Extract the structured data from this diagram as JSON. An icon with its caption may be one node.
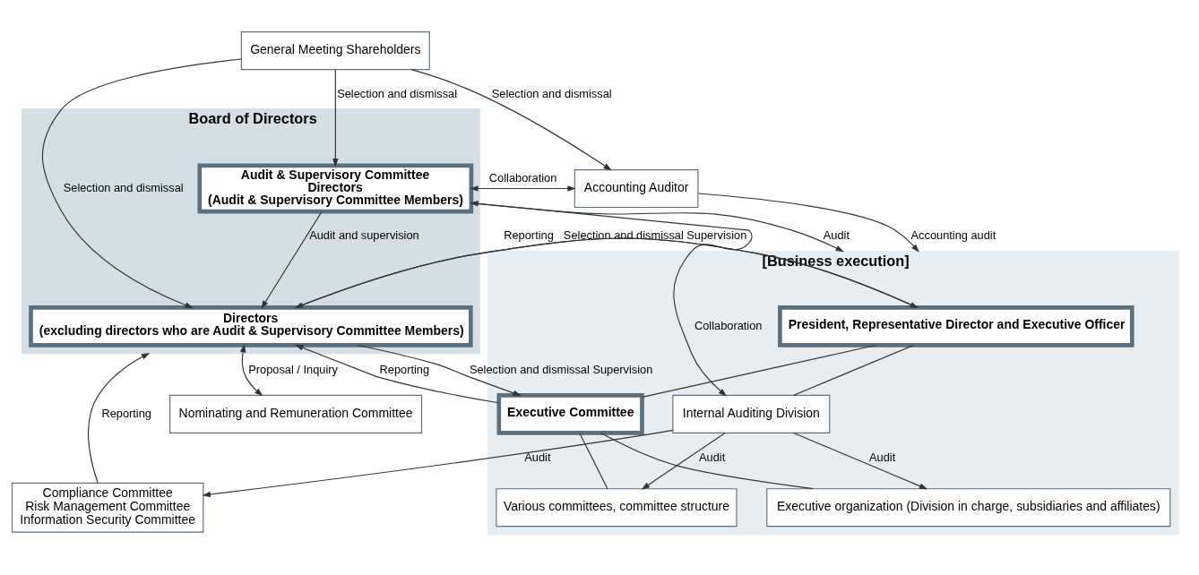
{
  "diagram": {
    "nodes": [
      {
        "text": [
          "General Meeting Shareholders"
        ]
      },
      {
        "text": [
          "Board of Directors"
        ]
      },
      {
        "text": [
          "Directors",
          "(excluding directors who are Audit & Supervisory Committee Members)"
        ],
        "in": 1
      },
      {
        "text": [
          "Audit & Supervisory Committee",
          "Directors",
          "(Audit & Supervisory Committee Members)"
        ],
        "in": 1
      },
      {
        "text": [
          "Accounting Auditor"
        ]
      },
      {
        "text": [
          "Nominating and Remuneration Committee"
        ]
      },
      {
        "text": [
          "Compliance Committee",
          "Risk Management Committee",
          "Information Security Committee"
        ]
      },
      {
        "text": [
          "[Business execution]"
        ]
      },
      {
        "text": [
          "President, Representative Director and Executive Officer"
        ],
        "in": 7
      },
      {
        "text": [
          "Internal Auditing Division"
        ],
        "in": 7
      },
      {
        "text": [
          "Executive Committee"
        ],
        "in": 7
      },
      {
        "text": [
          "Various committees, committee structure"
        ],
        "in": 7
      },
      {
        "text": [
          "Executive organization (Division in charge, subsidiaries and affiliates)"
        ],
        "in": 7
      }
    ],
    "edges": [
      {
        "from": 0,
        "to": 2,
        "arrow": "to",
        "label": "Selection and dismissal"
      },
      {
        "from": 0,
        "to": 3,
        "arrow": "to",
        "label": "Selection and dismissal"
      },
      {
        "from": 0,
        "to": 4,
        "arrow": "to",
        "label": "Selection and dismissal"
      },
      {
        "from": 3,
        "to": 2,
        "arrow": "to",
        "label": "Audit and supervision"
      },
      {
        "from": 3,
        "to": 4,
        "arrow": "both",
        "label": "Collaboration"
      },
      {
        "from": 10,
        "to": 2,
        "arrow": "to",
        "label": "Reporting"
      },
      {
        "from": 2,
        "to": 10,
        "arrow": "to",
        "label": "Selection and dismissal Supervision"
      },
      {
        "from": 8,
        "to": 2,
        "arrow": "to",
        "label": "Reporting"
      },
      {
        "from": 2,
        "to": 8,
        "arrow": "to",
        "label": "Selection and dismissal Supervision"
      },
      {
        "from": 2,
        "to": 5,
        "arrow": "both",
        "label": "Proposal / Inquiry"
      },
      {
        "from": 6,
        "to": 1,
        "arrow": "to",
        "label": "Reporting"
      },
      {
        "from": 9,
        "to": 6,
        "arrow": "to",
        "label": "Audit"
      },
      {
        "from": 3,
        "to": 7,
        "arrow": "to",
        "label": "Audit"
      },
      {
        "from": 3,
        "to": 9,
        "arrow": "both",
        "label": "Collaboration"
      },
      {
        "from": 4,
        "to": 7,
        "arrow": "to",
        "label": "Accounting audit"
      },
      {
        "from": 8,
        "to": 9,
        "arrow": "none"
      },
      {
        "from": 8,
        "to": 10,
        "arrow": "none"
      },
      {
        "from": 10,
        "to": 11,
        "arrow": "none"
      },
      {
        "from": 10,
        "to": 12,
        "arrow": "none"
      },
      {
        "from": 9,
        "to": 11,
        "arrow": "to",
        "label": "Audit"
      },
      {
        "from": 9,
        "to": 12,
        "arrow": "to",
        "label": "Audit"
      }
    ]
  }
}
